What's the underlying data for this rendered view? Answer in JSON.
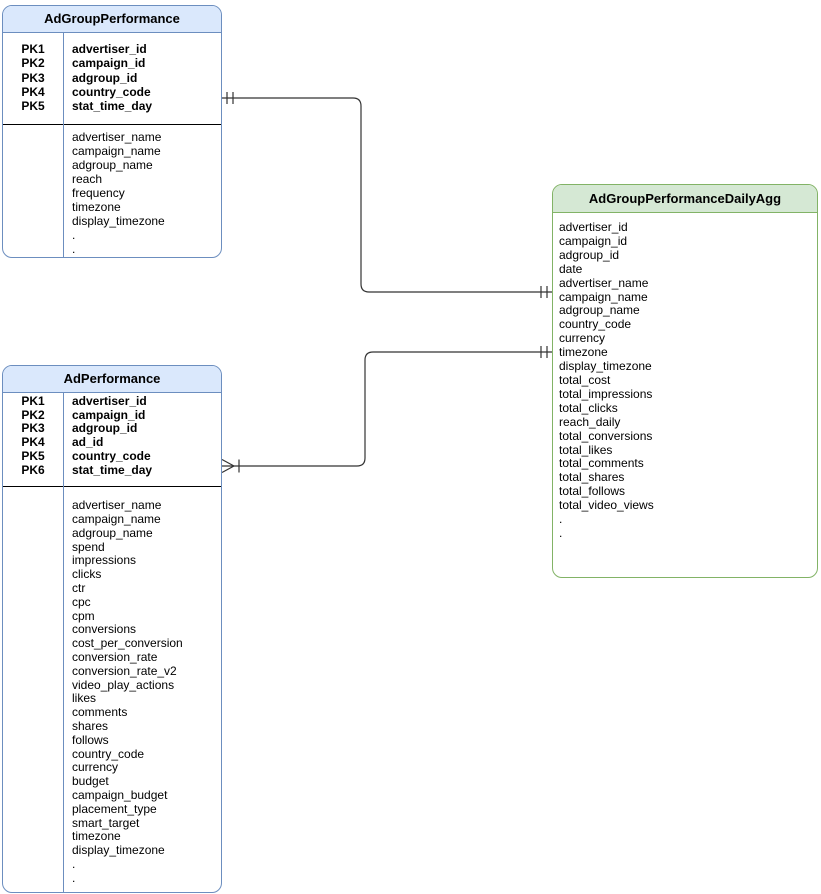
{
  "canvas": {
    "background": "#ffffff",
    "connector_color": "#333333"
  },
  "diagram": {
    "tables": [
      {
        "name": "AdGroupPerformance",
        "header_fill": "#dae8fc",
        "border_color": "#6c8ebf",
        "pk": [
          {
            "key": "PK1",
            "field": "advertiser_id"
          },
          {
            "key": "PK2",
            "field": "campaign_id"
          },
          {
            "key": "PK3",
            "field": "adgroup_id"
          },
          {
            "key": "PK4",
            "field": "country_code"
          },
          {
            "key": "PK5",
            "field": "stat_time_day"
          }
        ],
        "fields": [
          "advertiser_name",
          "campaign_name",
          "adgroup_name",
          "reach",
          "frequency",
          "timezone",
          "display_timezone",
          ".",
          "."
        ]
      },
      {
        "name": "AdPerformance",
        "header_fill": "#dae8fc",
        "border_color": "#6c8ebf",
        "pk": [
          {
            "key": "PK1",
            "field": "advertiser_id"
          },
          {
            "key": "PK2",
            "field": "campaign_id"
          },
          {
            "key": "PK3",
            "field": "adgroup_id"
          },
          {
            "key": "PK4",
            "field": "ad_id"
          },
          {
            "key": "PK5",
            "field": "country_code"
          },
          {
            "key": "PK6",
            "field": "stat_time_day"
          }
        ],
        "fields": [
          "advertiser_name",
          "campaign_name",
          "adgroup_name",
          "spend",
          "impressions",
          "clicks",
          "ctr",
          "cpc",
          "cpm",
          "conversions",
          "cost_per_conversion",
          "conversion_rate",
          "conversion_rate_v2",
          "video_play_actions",
          "likes",
          "comments",
          "shares",
          "follows",
          "country_code",
          "currency",
          "budget",
          "campaign_budget",
          "placement_type",
          "smart_target",
          "timezone",
          "display_timezone",
          ".",
          "."
        ]
      },
      {
        "name": "AdGroupPerformanceDailyAgg",
        "header_fill": "#d5e8d4",
        "border_color": "#82b366",
        "pk": [],
        "fields": [
          "advertiser_id",
          "campaign_id",
          "adgroup_id",
          "date",
          "advertiser_name",
          "campaign_name",
          "adgroup_name",
          "country_code",
          "currency",
          "timezone",
          "display_timezone",
          "total_cost",
          "total_impressions",
          "total_clicks",
          "reach_daily",
          "total_conversions",
          "total_likes",
          "total_comments",
          "total_shares",
          "total_follows",
          "total_video_views",
          ".",
          "."
        ]
      }
    ],
    "relationships": [
      {
        "from": "AdGroupPerformance",
        "to": "AdGroupPerformanceDailyAgg",
        "from_cardinality": "one-and-only-one",
        "to_cardinality": "one-and-only-one"
      },
      {
        "from": "AdPerformance",
        "to": "AdGroupPerformanceDailyAgg",
        "from_cardinality": "one-or-many",
        "to_cardinality": "one-and-only-one"
      }
    ]
  }
}
